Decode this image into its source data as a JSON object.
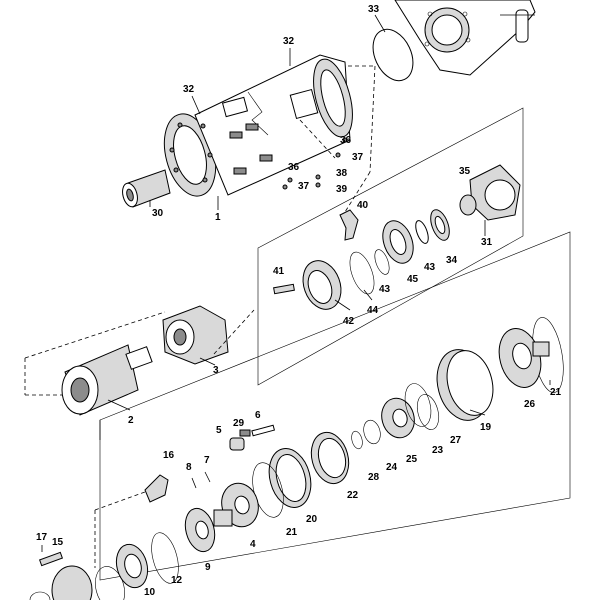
{
  "diagram": {
    "callouts": [
      {
        "id": "c1",
        "label": "1"
      },
      {
        "id": "c2",
        "label": "2"
      },
      {
        "id": "c3",
        "label": "3"
      },
      {
        "id": "c4",
        "label": "4"
      },
      {
        "id": "c5",
        "label": "5"
      },
      {
        "id": "c6",
        "label": "6"
      },
      {
        "id": "c7",
        "label": "7"
      },
      {
        "id": "c8",
        "label": "8"
      },
      {
        "id": "c9",
        "label": "9"
      },
      {
        "id": "c10",
        "label": "10"
      },
      {
        "id": "c12",
        "label": "12"
      },
      {
        "id": "c15",
        "label": "15"
      },
      {
        "id": "c16",
        "label": "16"
      },
      {
        "id": "c17",
        "label": "17"
      },
      {
        "id": "c19",
        "label": "19"
      },
      {
        "id": "c20",
        "label": "20"
      },
      {
        "id": "c21a",
        "label": "21"
      },
      {
        "id": "c21b",
        "label": "21"
      },
      {
        "id": "c22",
        "label": "22"
      },
      {
        "id": "c23",
        "label": "23"
      },
      {
        "id": "c24",
        "label": "24"
      },
      {
        "id": "c25",
        "label": "25"
      },
      {
        "id": "c26",
        "label": "26"
      },
      {
        "id": "c27",
        "label": "27"
      },
      {
        "id": "c28",
        "label": "28"
      },
      {
        "id": "c29",
        "label": "29"
      },
      {
        "id": "c30",
        "label": "30"
      },
      {
        "id": "c31",
        "label": "31"
      },
      {
        "id": "c32a",
        "label": "32"
      },
      {
        "id": "c32b",
        "label": "32"
      },
      {
        "id": "c33",
        "label": "33"
      },
      {
        "id": "c34",
        "label": "34"
      },
      {
        "id": "c35",
        "label": "35"
      },
      {
        "id": "c36a",
        "label": "36"
      },
      {
        "id": "c36b",
        "label": "36"
      },
      {
        "id": "c37a",
        "label": "37"
      },
      {
        "id": "c37b",
        "label": "37"
      },
      {
        "id": "c38",
        "label": "38"
      },
      {
        "id": "c39",
        "label": "39"
      },
      {
        "id": "c40",
        "label": "40"
      },
      {
        "id": "c41",
        "label": "41"
      },
      {
        "id": "c42",
        "label": "42"
      },
      {
        "id": "c43a",
        "label": "43"
      },
      {
        "id": "c43b",
        "label": "43"
      },
      {
        "id": "c44",
        "label": "44"
      },
      {
        "id": "c45",
        "label": "45"
      }
    ]
  }
}
